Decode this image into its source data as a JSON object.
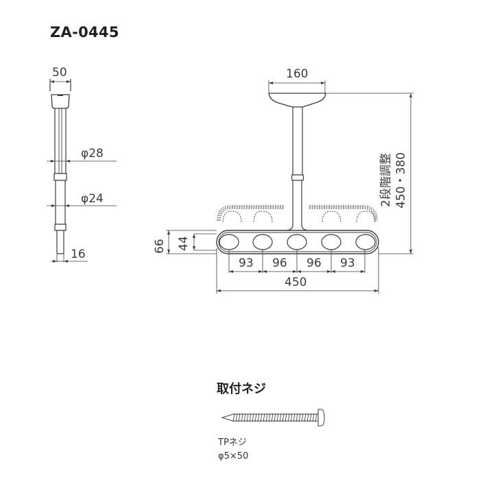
{
  "title": "ZA-0445",
  "side_view": {
    "dims": {
      "top_width": "50",
      "upper_pipe_dia": "φ28",
      "lower_pipe_dia": "φ24",
      "tip_width": "16"
    }
  },
  "front_view": {
    "dims": {
      "base_width": "160",
      "height_adjust_label": "2段階調整",
      "height_values": "450・380",
      "outer_height": "66",
      "inner_height": "44",
      "pitch": [
        "93",
        "96",
        "96",
        "93"
      ],
      "total_width": "450"
    }
  },
  "screw": {
    "heading": "取付ネジ",
    "type": "TPネジ",
    "size": "φ5×50"
  },
  "colors": {
    "line": "#3a3a3a",
    "text": "#231f20",
    "background": "#ffffff"
  }
}
